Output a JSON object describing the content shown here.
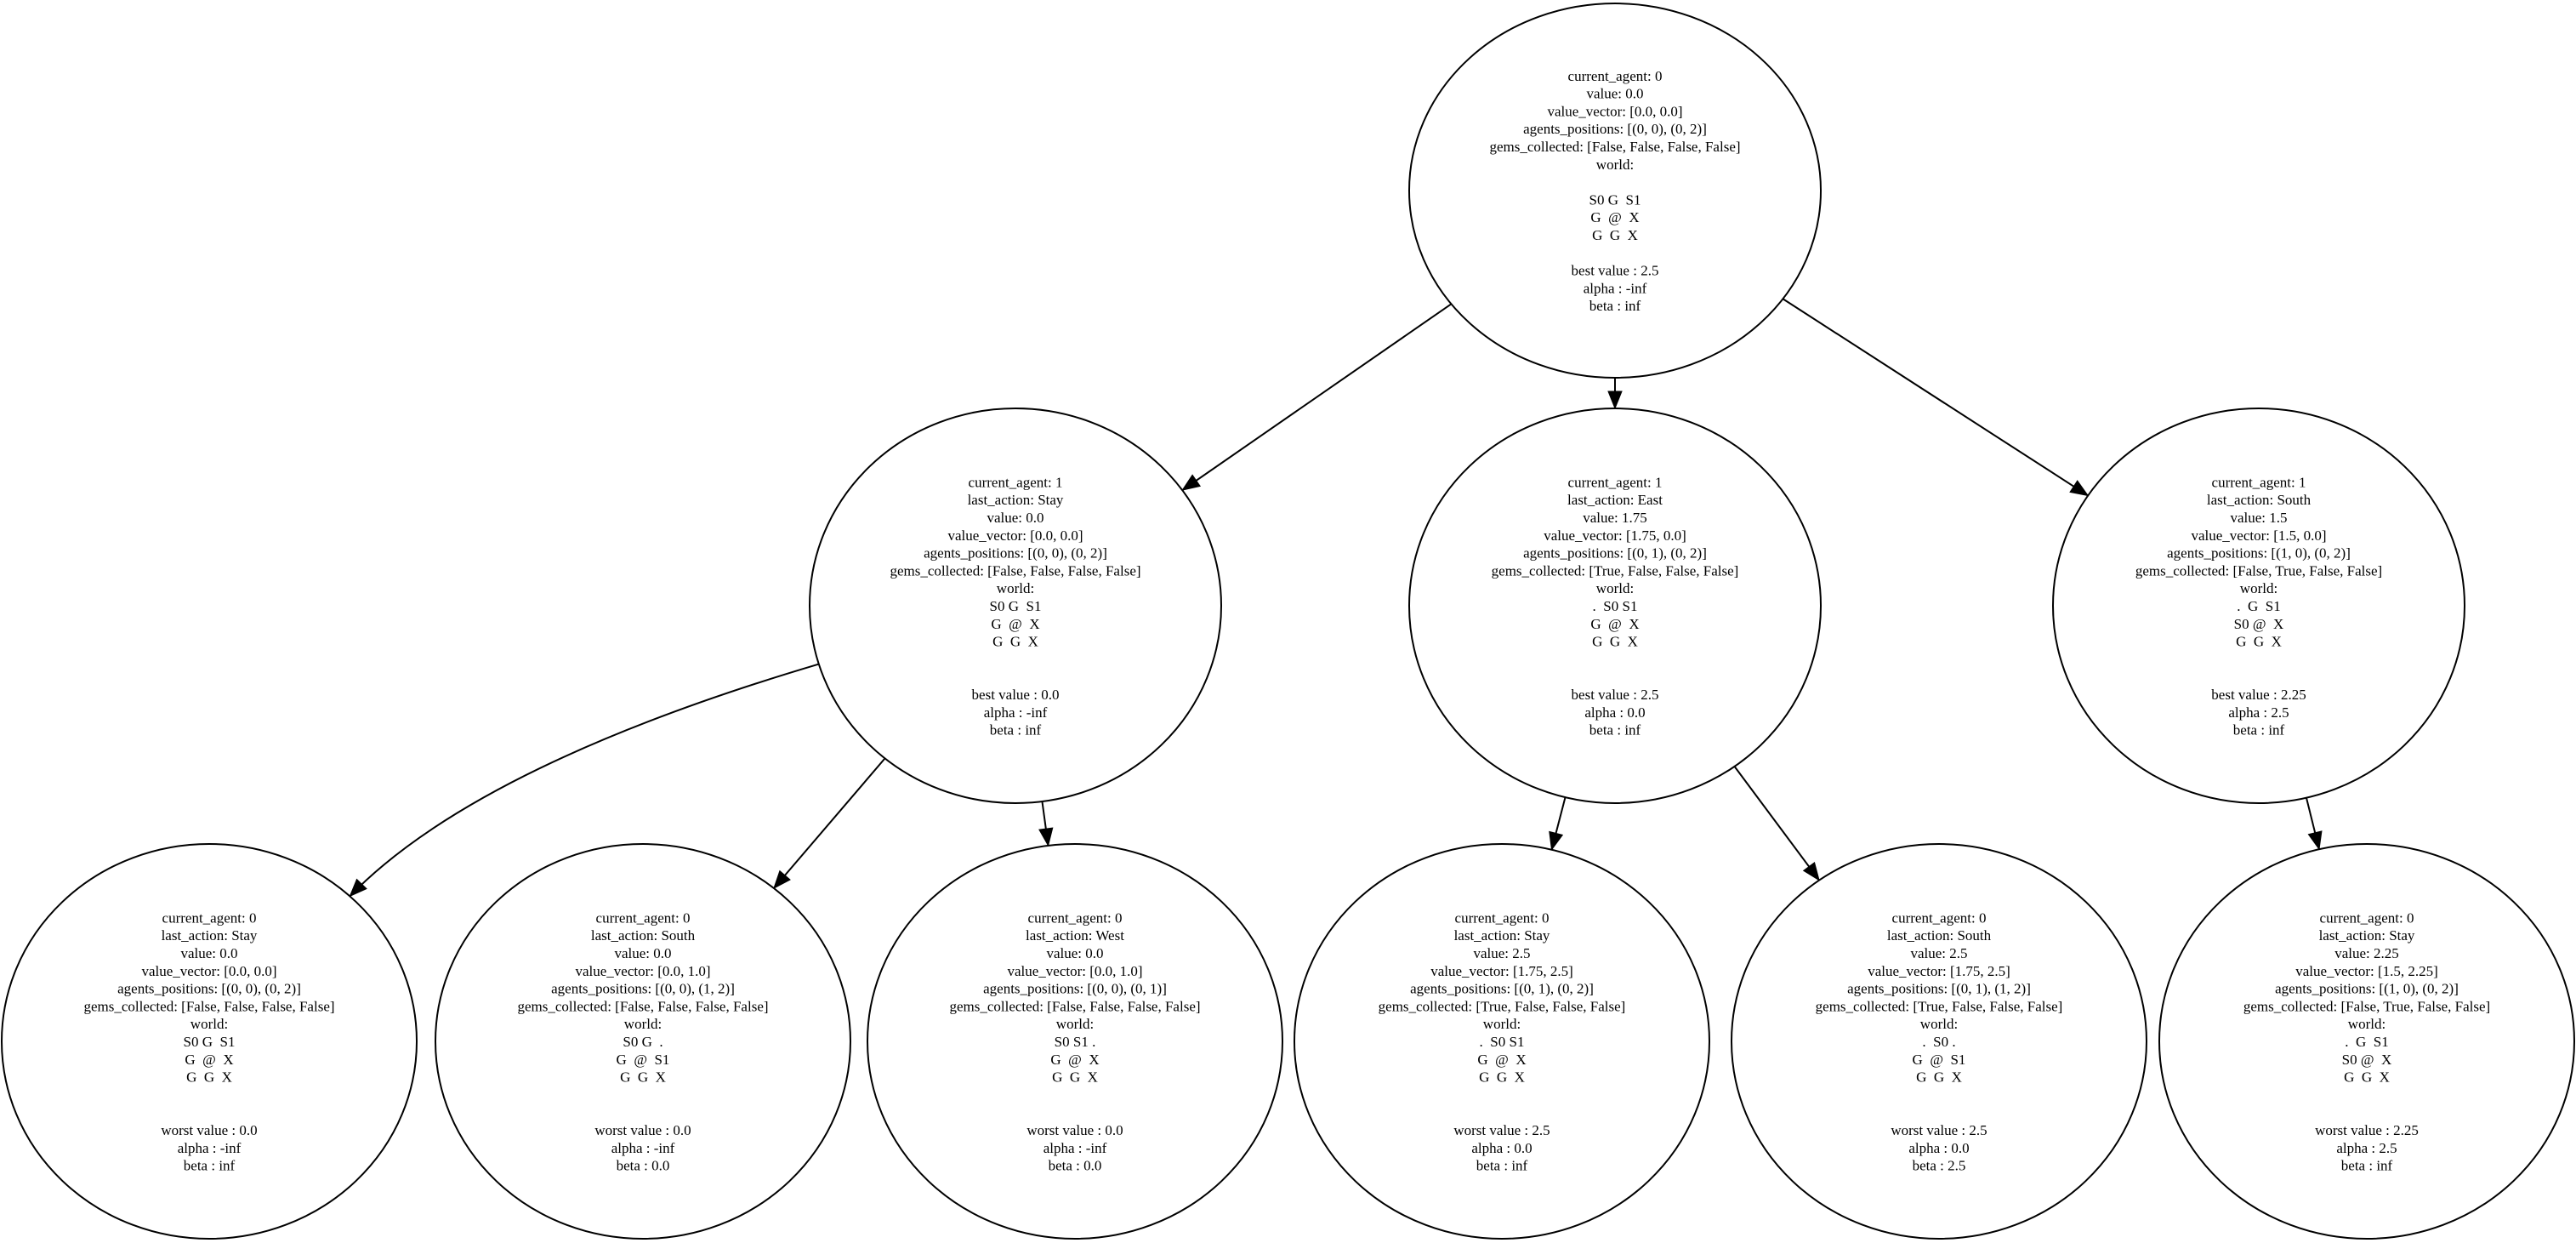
{
  "nodes": [
    {
      "id": "root",
      "lines": [
        "current_agent: 0",
        "value: 0.0",
        "value_vector: [0.0, 0.0]",
        "agents_positions: [(0, 0), (0, 2)]",
        "gems_collected: [False, False, False, False]",
        "world:",
        "",
        "S0 G  S1",
        "G  @  X",
        "G  G  X",
        "",
        "best value : 2.5",
        "alpha : -inf",
        "beta : inf"
      ]
    },
    {
      "id": "n1-stay",
      "lines": [
        "current_agent: 1",
        "last_action: Stay",
        "value: 0.0",
        "value_vector: [0.0, 0.0]",
        "agents_positions: [(0, 0), (0, 2)]",
        "gems_collected: [False, False, False, False]",
        "world:",
        "S0 G  S1",
        "G  @  X",
        "G  G  X",
        "",
        "",
        "best value : 0.0",
        "alpha : -inf",
        "beta : inf"
      ]
    },
    {
      "id": "n1-east",
      "lines": [
        "current_agent: 1",
        "last_action: East",
        "value: 1.75",
        "value_vector: [1.75, 0.0]",
        "agents_positions: [(0, 1), (0, 2)]",
        "gems_collected: [True, False, False, False]",
        "world:",
        ".  S0 S1",
        "G  @  X",
        "G  G  X",
        "",
        "",
        "best value : 2.5",
        "alpha : 0.0",
        "beta : inf"
      ]
    },
    {
      "id": "n1-south",
      "lines": [
        "current_agent: 1",
        "last_action: South",
        "value: 1.5",
        "value_vector: [1.5, 0.0]",
        "agents_positions: [(1, 0), (0, 2)]",
        "gems_collected: [False, True, False, False]",
        "world:",
        ".  G  S1",
        "S0 @  X",
        "G  G  X",
        "",
        "",
        "best value : 2.25",
        "alpha : 2.5",
        "beta : inf"
      ]
    },
    {
      "id": "n2-stay-stay",
      "lines": [
        "current_agent: 0",
        "last_action: Stay",
        "value: 0.0",
        "value_vector: [0.0, 0.0]",
        "agents_positions: [(0, 0), (0, 2)]",
        "gems_collected: [False, False, False, False]",
        "world:",
        "S0 G  S1",
        "G  @  X",
        "G  G  X",
        "",
        "",
        "worst value : 0.0",
        "alpha : -inf",
        "beta : inf"
      ]
    },
    {
      "id": "n2-stay-south",
      "lines": [
        "current_agent: 0",
        "last_action: South",
        "value: 0.0",
        "value_vector: [0.0, 1.0]",
        "agents_positions: [(0, 0), (1, 2)]",
        "gems_collected: [False, False, False, False]",
        "world:",
        "S0 G  .",
        "G  @  S1",
        "G  G  X",
        "",
        "",
        "worst value : 0.0",
        "alpha : -inf",
        "beta : 0.0"
      ]
    },
    {
      "id": "n2-stay-west",
      "lines": [
        "current_agent: 0",
        "last_action: West",
        "value: 0.0",
        "value_vector: [0.0, 1.0]",
        "agents_positions: [(0, 0), (0, 1)]",
        "gems_collected: [False, False, False, False]",
        "world:",
        "S0 S1 .",
        "G  @  X",
        "G  G  X",
        "",
        "",
        "worst value : 0.0",
        "alpha : -inf",
        "beta : 0.0"
      ]
    },
    {
      "id": "n2-east-stay",
      "lines": [
        "current_agent: 0",
        "last_action: Stay",
        "value: 2.5",
        "value_vector: [1.75, 2.5]",
        "agents_positions: [(0, 1), (0, 2)]",
        "gems_collected: [True, False, False, False]",
        "world:",
        ".  S0 S1",
        "G  @  X",
        "G  G  X",
        "",
        "",
        "worst value : 2.5",
        "alpha : 0.0",
        "beta : inf"
      ]
    },
    {
      "id": "n2-east-south",
      "lines": [
        "current_agent: 0",
        "last_action: South",
        "value: 2.5",
        "value_vector: [1.75, 2.5]",
        "agents_positions: [(0, 1), (1, 2)]",
        "gems_collected: [True, False, False, False]",
        "world:",
        ".  S0 .",
        "G  @  S1",
        "G  G  X",
        "",
        "",
        "worst value : 2.5",
        "alpha : 0.0",
        "beta : 2.5"
      ]
    },
    {
      "id": "n2-south-stay",
      "lines": [
        "current_agent: 0",
        "last_action: Stay",
        "value: 2.25",
        "value_vector: [1.5, 2.25]",
        "agents_positions: [(1, 0), (0, 2)]",
        "gems_collected: [False, True, False, False]",
        "world:",
        ".  G  S1",
        "S0 @  X",
        "G  G  X",
        "",
        "",
        "worst value : 2.25",
        "alpha : 2.5",
        "beta : inf"
      ]
    }
  ],
  "edges": [
    {
      "from": "root",
      "to": "n1-stay"
    },
    {
      "from": "root",
      "to": "n1-east"
    },
    {
      "from": "root",
      "to": "n1-south"
    },
    {
      "from": "n1-stay",
      "to": "n2-stay-stay"
    },
    {
      "from": "n1-stay",
      "to": "n2-stay-south"
    },
    {
      "from": "n1-stay",
      "to": "n2-stay-west"
    },
    {
      "from": "n1-east",
      "to": "n2-east-stay"
    },
    {
      "from": "n1-east",
      "to": "n2-east-south"
    },
    {
      "from": "n1-south",
      "to": "n2-south-stay"
    }
  ]
}
